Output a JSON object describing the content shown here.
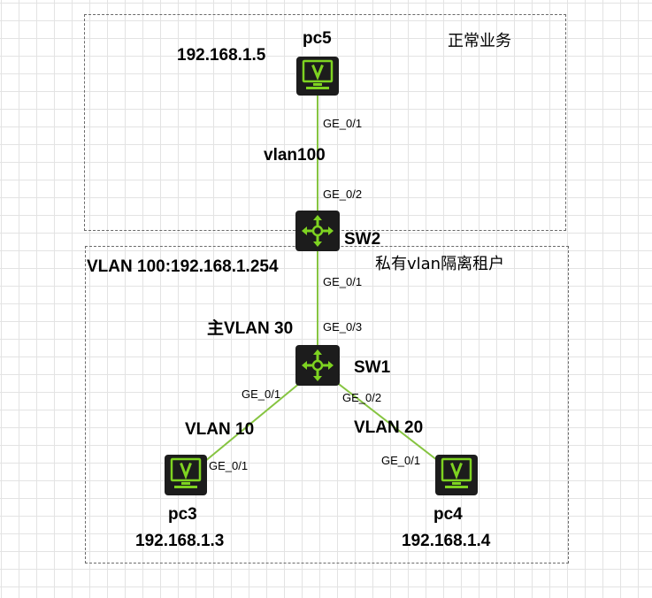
{
  "zones": {
    "top": {
      "title": "正常业务"
    },
    "bottom": {
      "title": "私有vlan隔离租户"
    }
  },
  "devices": {
    "pc5": {
      "name": "pc5",
      "ip": "192.168.1.5",
      "icon": "pc-monitor-icon"
    },
    "sw2": {
      "name": "SW2",
      "icon": "switch-icon"
    },
    "sw1": {
      "name": "SW1",
      "icon": "switch-icon"
    },
    "pc3": {
      "name": "pc3",
      "ip": "192.168.1.3",
      "icon": "pc-monitor-icon"
    },
    "pc4": {
      "name": "pc4",
      "ip": "192.168.1.4",
      "icon": "pc-monitor-icon"
    }
  },
  "links": {
    "pc5_sw2": {
      "a_port": "GE_0/1",
      "b_port": "GE_0/2",
      "vlan": "vlan100"
    },
    "sw2_sw1": {
      "a_port": "GE_0/1",
      "b_port": "GE_0/3",
      "vlan": "主VLAN 30"
    },
    "sw1_pc3": {
      "a_port": "GE_0/1",
      "b_port": "GE_0/1",
      "vlan": "VLAN 10"
    },
    "sw1_pc4": {
      "a_port": "GE_0/2",
      "b_port": "GE_0/1",
      "vlan": "VLAN 20"
    }
  },
  "annotations": {
    "sw2_vlanif": "VLAN 100:192.168.1.254"
  },
  "colors": {
    "link": "#86c441",
    "device_fill": "#1c1c1c",
    "device_accent": "#7ed321",
    "zone_border": "#6a6a6a"
  }
}
